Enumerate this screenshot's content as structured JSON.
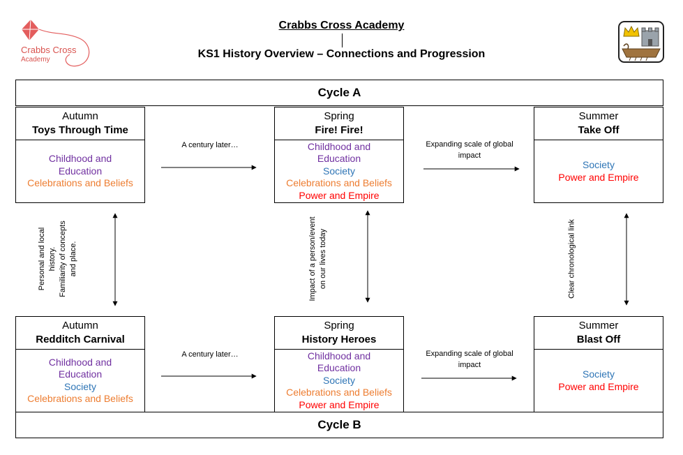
{
  "header": {
    "school": "Crabbs Cross Academy",
    "title": "KS1 History Overview – Connections and Progression"
  },
  "logo": {
    "name": "Crabbs Cross",
    "sub": "Academy",
    "icon": "kite-icon"
  },
  "crest": {
    "icon": "crown-castle-ship-icon"
  },
  "cycles": {
    "a": "Cycle A",
    "b": "Cycle B"
  },
  "boxes": {
    "a_autumn": {
      "season": "Autumn",
      "topic": "Toys Through Time",
      "themes": [
        {
          "text": "Childhood and",
          "color": "#7030a0"
        },
        {
          "text": "Education",
          "color": "#7030a0"
        },
        {
          "text": "Celebrations and Beliefs",
          "color": "#ed7d31"
        }
      ]
    },
    "a_spring": {
      "season": "Spring",
      "topic": "Fire! Fire!",
      "themes": [
        {
          "text": "Childhood and",
          "color": "#7030a0"
        },
        {
          "text": "Education",
          "color": "#7030a0"
        },
        {
          "text": "Society",
          "color": "#2e75b6"
        },
        {
          "text": "Celebrations and Beliefs",
          "color": "#ed7d31"
        },
        {
          "text": "Power and Empire",
          "color": "#ff0000"
        }
      ]
    },
    "a_summer": {
      "season": "Summer",
      "topic": "Take Off",
      "themes": [
        {
          "text": "Society",
          "color": "#2e75b6"
        },
        {
          "text": "Power and Empire",
          "color": "#ff0000"
        }
      ]
    },
    "b_autumn": {
      "season": "Autumn",
      "topic": "Redditch Carnival",
      "themes": [
        {
          "text": "Childhood and",
          "color": "#7030a0"
        },
        {
          "text": "Education",
          "color": "#7030a0"
        },
        {
          "text": "Society",
          "color": "#2e75b6"
        },
        {
          "text": "Celebrations and Beliefs",
          "color": "#ed7d31"
        }
      ]
    },
    "b_spring": {
      "season": "Spring",
      "topic": "History Heroes",
      "themes": [
        {
          "text": "Childhood and",
          "color": "#7030a0"
        },
        {
          "text": "Education",
          "color": "#7030a0"
        },
        {
          "text": "Society",
          "color": "#2e75b6"
        },
        {
          "text": "Celebrations and Beliefs",
          "color": "#ed7d31"
        },
        {
          "text": "Power and Empire",
          "color": "#ff0000"
        }
      ]
    },
    "b_summer": {
      "season": "Summer",
      "topic": "Blast Off",
      "themes": [
        {
          "text": "Society",
          "color": "#2e75b6"
        },
        {
          "text": "Power and Empire",
          "color": "#ff0000"
        }
      ]
    }
  },
  "connections": {
    "a_autumn_spring": "A century later…",
    "a_spring_summer": "Expanding scale of global impact",
    "b_autumn_spring": "A century later…",
    "b_spring_summer": "Expanding scale of global impact",
    "autumn_vertical": [
      "Personal and local",
      "history.",
      "Familiarity of concepts",
      "and place."
    ],
    "spring_vertical": [
      "Impact of a person/event",
      "on our lives today"
    ],
    "summer_vertical": [
      "Clear chronological link"
    ]
  }
}
